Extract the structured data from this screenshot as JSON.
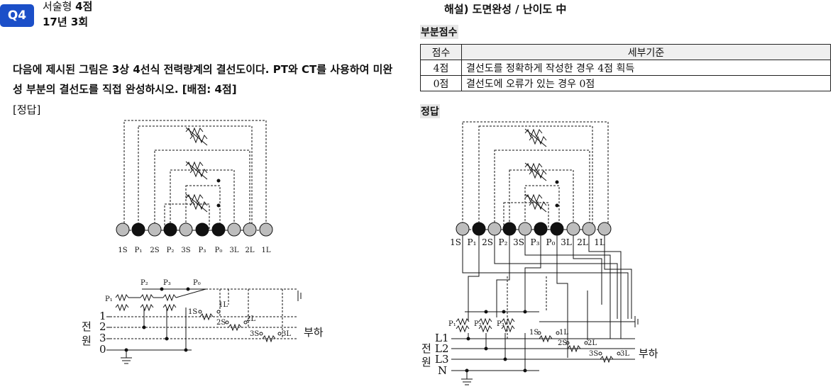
{
  "question": {
    "badge": "Q4",
    "type_prefix": "서술형 ",
    "type_points": "4점",
    "session": "17년 3회",
    "text": "다음에 제시된 그림은 3상 4선식 전력량계의 결선도이다. PT와 CT를 사용하여 미완성 부분의 결선도를 직접 완성하시오. [배점: 4점]",
    "answer_label": "[정답]"
  },
  "explanation": {
    "title": "해설)  도면완성 / 난이도 中",
    "partial_score_label": "부분점수",
    "table_headers": [
      "점수",
      "세부기준"
    ],
    "rows": [
      {
        "score": "4점",
        "criteria": "결선도를 정확하게 작성한 경우 4점 획득"
      },
      {
        "score": "0점",
        "criteria": "결선도에 오류가 있는 경우 0점"
      }
    ],
    "answer_label": "정답"
  },
  "left_diagram": {
    "terminals": [
      {
        "label": "1S",
        "fill": "gray"
      },
      {
        "label": "P₁",
        "fill": "black"
      },
      {
        "label": "2S",
        "fill": "gray"
      },
      {
        "label": "P₂",
        "fill": "black"
      },
      {
        "label": "3S",
        "fill": "gray"
      },
      {
        "label": "P₃",
        "fill": "black"
      },
      {
        "label": "P₀",
        "fill": "black"
      },
      {
        "label": "3L",
        "fill": "gray"
      },
      {
        "label": "2L",
        "fill": "gray"
      },
      {
        "label": "1L",
        "fill": "gray"
      }
    ],
    "pt_labels": [
      "P₁",
      "P₂",
      "P₃",
      "P₀"
    ],
    "line_labels": [
      "1",
      "2",
      "3",
      "0"
    ],
    "source_label_1": "전",
    "source_label_2": "원",
    "ct_labels": [
      "1S",
      "1L",
      "2S",
      "2L",
      "3S",
      "3L"
    ],
    "load_label": "부하"
  },
  "right_diagram": {
    "terminals": [
      {
        "label": "1S",
        "fill": "gray"
      },
      {
        "label": "P₁",
        "fill": "black"
      },
      {
        "label": "2S",
        "fill": "gray"
      },
      {
        "label": "P₂",
        "fill": "black"
      },
      {
        "label": "3S",
        "fill": "gray"
      },
      {
        "label": "P₃",
        "fill": "black"
      },
      {
        "label": "P₀",
        "fill": "black"
      },
      {
        "label": "3L",
        "fill": "gray"
      },
      {
        "label": "2L",
        "fill": "gray"
      },
      {
        "label": "1L",
        "fill": "gray"
      }
    ],
    "pt_labels": [
      "P₁",
      "P₂",
      "P₃"
    ],
    "line_labels": [
      "L1",
      "L2",
      "L3",
      "N"
    ],
    "source_label_1": "전",
    "source_label_2": "원",
    "ct_labels": [
      "1S",
      "1L",
      "2S",
      "2L",
      "3S",
      "3L"
    ],
    "load_label": "부하"
  }
}
